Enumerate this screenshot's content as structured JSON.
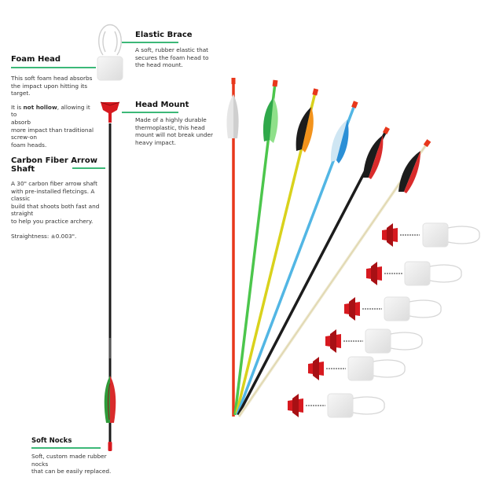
{
  "labels": {
    "foam_head": {
      "title": "Foam Head",
      "desc1": "This soft foam head absorbs\nthe impact upon hitting its\ntarget.",
      "desc2_before": "It is ",
      "desc2_bold": "not hollow",
      "desc2_after": ", allowing it to\nabsorb\nmore impact than traditional\nscrew-on\nfoam heads."
    },
    "elastic_brace": {
      "title": "Elastic Brace",
      "desc": "A soft, rubber elastic that\nsecures the foam head to\nthe head mount."
    },
    "head_mount": {
      "title": "Head Mount",
      "desc": "Made of a highly durable\nthermoplastic, this head\nmount will not break under\nheavy impact."
    },
    "shaft": {
      "title": "Carbon Fiber Arrow Shaft",
      "desc": "A 30\" carbon fiber arrow shaft\nwith pre-installed fletcings. A\nclassic\nbuild that shoots both fast and\nstraight\nto help you practice archery.",
      "straightness": "Straightness: ±0.003\"."
    },
    "nocks": {
      "title": "Soft Nocks",
      "desc": "Soft, custom made rubber\nnocks\nthat can be easily replaced."
    }
  },
  "colors": {
    "accent": "#3cb878",
    "mount_red": "#d7191f",
    "shaft_black": "#1a1a1a",
    "arrows": [
      "#e8371b",
      "#4cc64c",
      "#d9d21c",
      "#52b6e4",
      "#1c1c1c",
      "#ece6cc"
    ]
  }
}
